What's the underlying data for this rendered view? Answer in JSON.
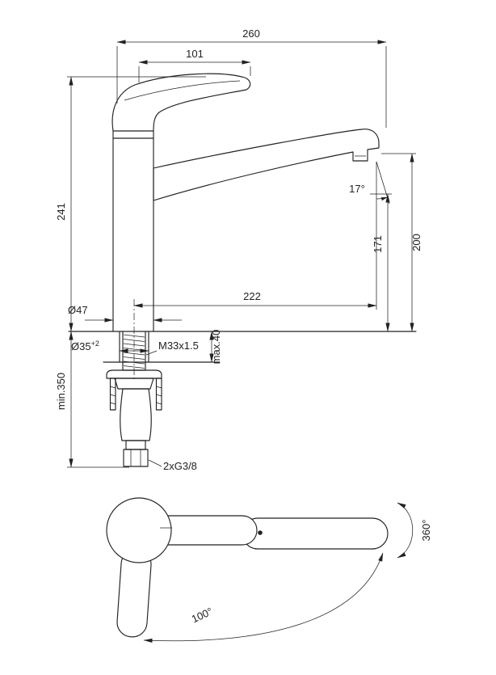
{
  "accent_color": "#222222",
  "elevation": {
    "overall_length": "260",
    "handle_length": "101",
    "total_height": "241",
    "spout_tip_height": "200",
    "outlet_height": "171",
    "spout_reach": "222",
    "outlet_angle": "17°",
    "body_diameter": "Ø47",
    "mounting_hole_diameter": "Ø35",
    "mounting_hole_tolerance": "+2",
    "thread_spec": "M33x1.5",
    "max_deck_thickness": "max.40",
    "min_hose_length": "min.350",
    "hose_connection": "2xG3/8"
  },
  "plan": {
    "body_rotation": "360°",
    "spout_swivel": "100°"
  }
}
